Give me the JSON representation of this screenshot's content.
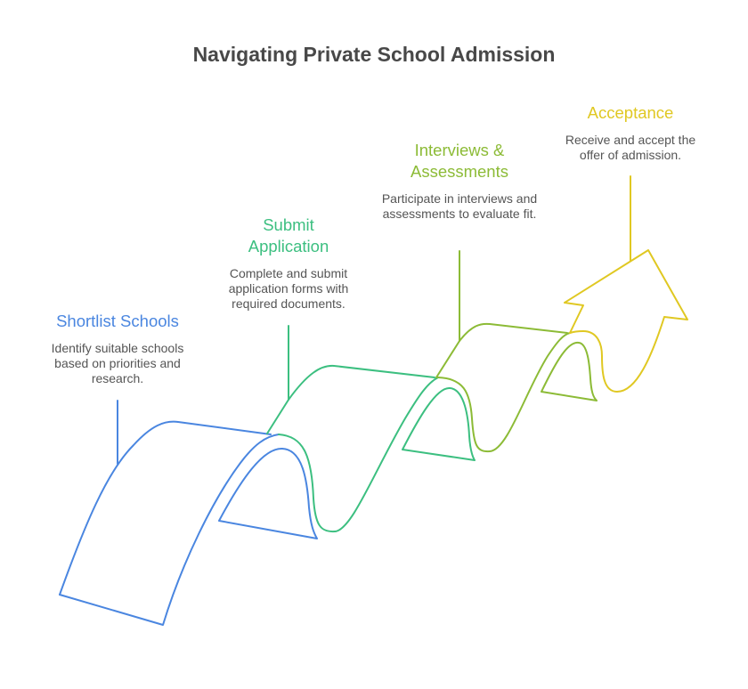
{
  "title": "Navigating Private School Admission",
  "colors": {
    "step1": "#4a86e0",
    "step2": "#3cbf80",
    "step3": "#8cbb36",
    "step4": "#e0c822",
    "text": "#555555",
    "title": "#484848"
  },
  "steps": [
    {
      "title": "Shortlist Schools",
      "description": "Identify suitable schools based on priorities and research.",
      "color": "#4a86e0"
    },
    {
      "title": "Submit Application",
      "description": "Complete and submit application forms with required documents.",
      "color": "#3cbf80"
    },
    {
      "title": "Interviews & Assessments",
      "description": "Participate in interviews and assessments to evaluate fit.",
      "color": "#8cbb36"
    },
    {
      "title": "Acceptance",
      "description": "Receive and accept the offer of admission.",
      "color": "#e0c822"
    }
  ]
}
